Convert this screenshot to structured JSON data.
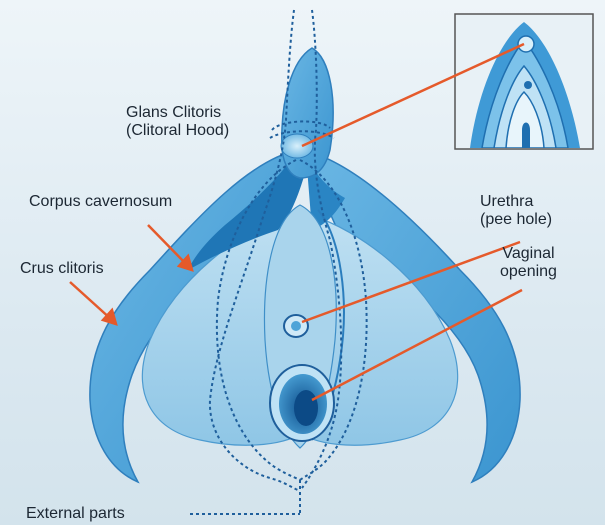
{
  "labels": {
    "glans": [
      "Glans Clitoris",
      "(Clitoral Hood)"
    ],
    "corpus": "Corpus cavernosum",
    "crus": "Crus clitoris",
    "urethra": [
      "Urethra",
      "(pee hole)"
    ],
    "vaginal": [
      "Vaginal",
      "opening"
    ],
    "external": "External parts"
  },
  "colors": {
    "background": "#dde9f1",
    "tissue_light": "#a9d4ec",
    "tissue_mid": "#4fa6da",
    "tissue_dark": "#1a6fb0",
    "outline": "#1f5f9c",
    "pointer": "#e55a2b"
  }
}
